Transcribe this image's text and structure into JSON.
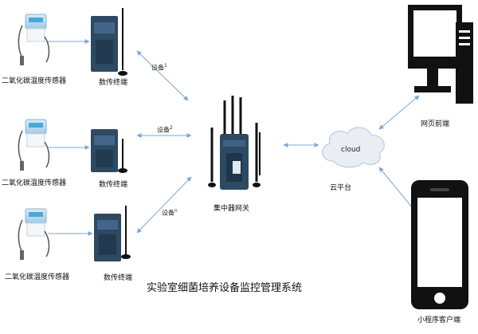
{
  "sensors": [
    {
      "label": "二氧化碳温度传感器"
    },
    {
      "label": "二氧化碳温度传感器"
    },
    {
      "label": "二氧化碳温度传感器"
    }
  ],
  "terminals": [
    {
      "label": "数传终端"
    },
    {
      "label": "数传终端"
    },
    {
      "label": "数传终端"
    }
  ],
  "links": [
    {
      "label": "设备",
      "sup": "1"
    },
    {
      "label": "设备",
      "sup": "2"
    },
    {
      "label": "设备",
      "sup": "n"
    }
  ],
  "gateway": {
    "label": "集中器网关"
  },
  "cloud": {
    "text": "cloud",
    "label": "云平台"
  },
  "web": {
    "label": "网页前端"
  },
  "mobile": {
    "label": "小程序客户端"
  },
  "title": "实验室细菌培养设备监控管理系统",
  "colors": {
    "arrow": "#7aa7d6",
    "cloud": "#e9eef5",
    "device": "#2d4a63",
    "panel": "#111111"
  }
}
